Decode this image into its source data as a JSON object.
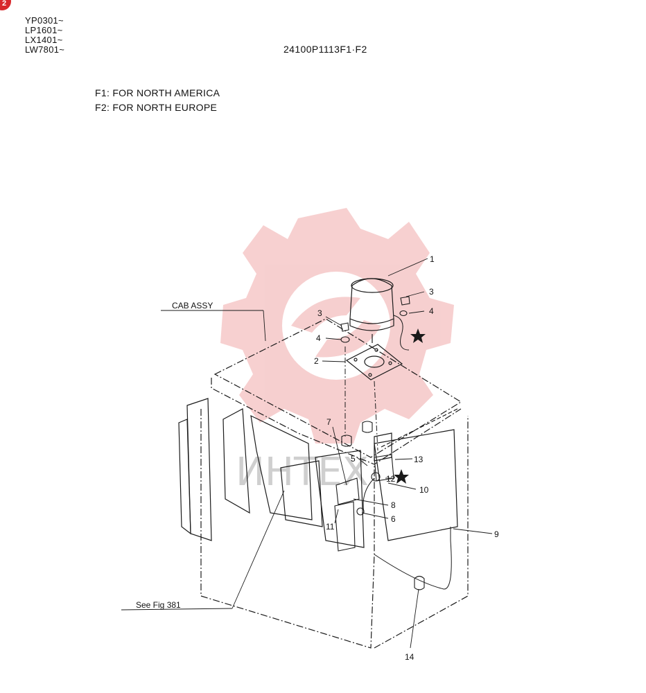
{
  "header": {
    "serials": [
      "YP0301~",
      "LP1601~",
      "LX1401~",
      "LW7801~"
    ],
    "part_number": "24100P1113F1·F2",
    "badge": "2"
  },
  "variants": [
    "F1: FOR NORTH AMERICA",
    "F2: FOR NORTH EUROPE"
  ],
  "drawing": {
    "cab_label": "CAB ASSY",
    "see_fig_label": "See Fig 381",
    "watermark_text": "ИНТЕХ",
    "callouts": {
      "c1": "1",
      "c2": "2",
      "c3a": "3",
      "c3b": "3",
      "c4a": "4",
      "c4b": "4",
      "c5": "5",
      "c6": "6",
      "c7": "7",
      "c8": "8",
      "c9": "9",
      "c10": "10",
      "c11": "11",
      "c12": "12",
      "c13": "13",
      "c14": "14"
    },
    "colors": {
      "line": "#1a1a1a",
      "watermark": "#f2b8b8",
      "badge": "#d8282c"
    }
  }
}
